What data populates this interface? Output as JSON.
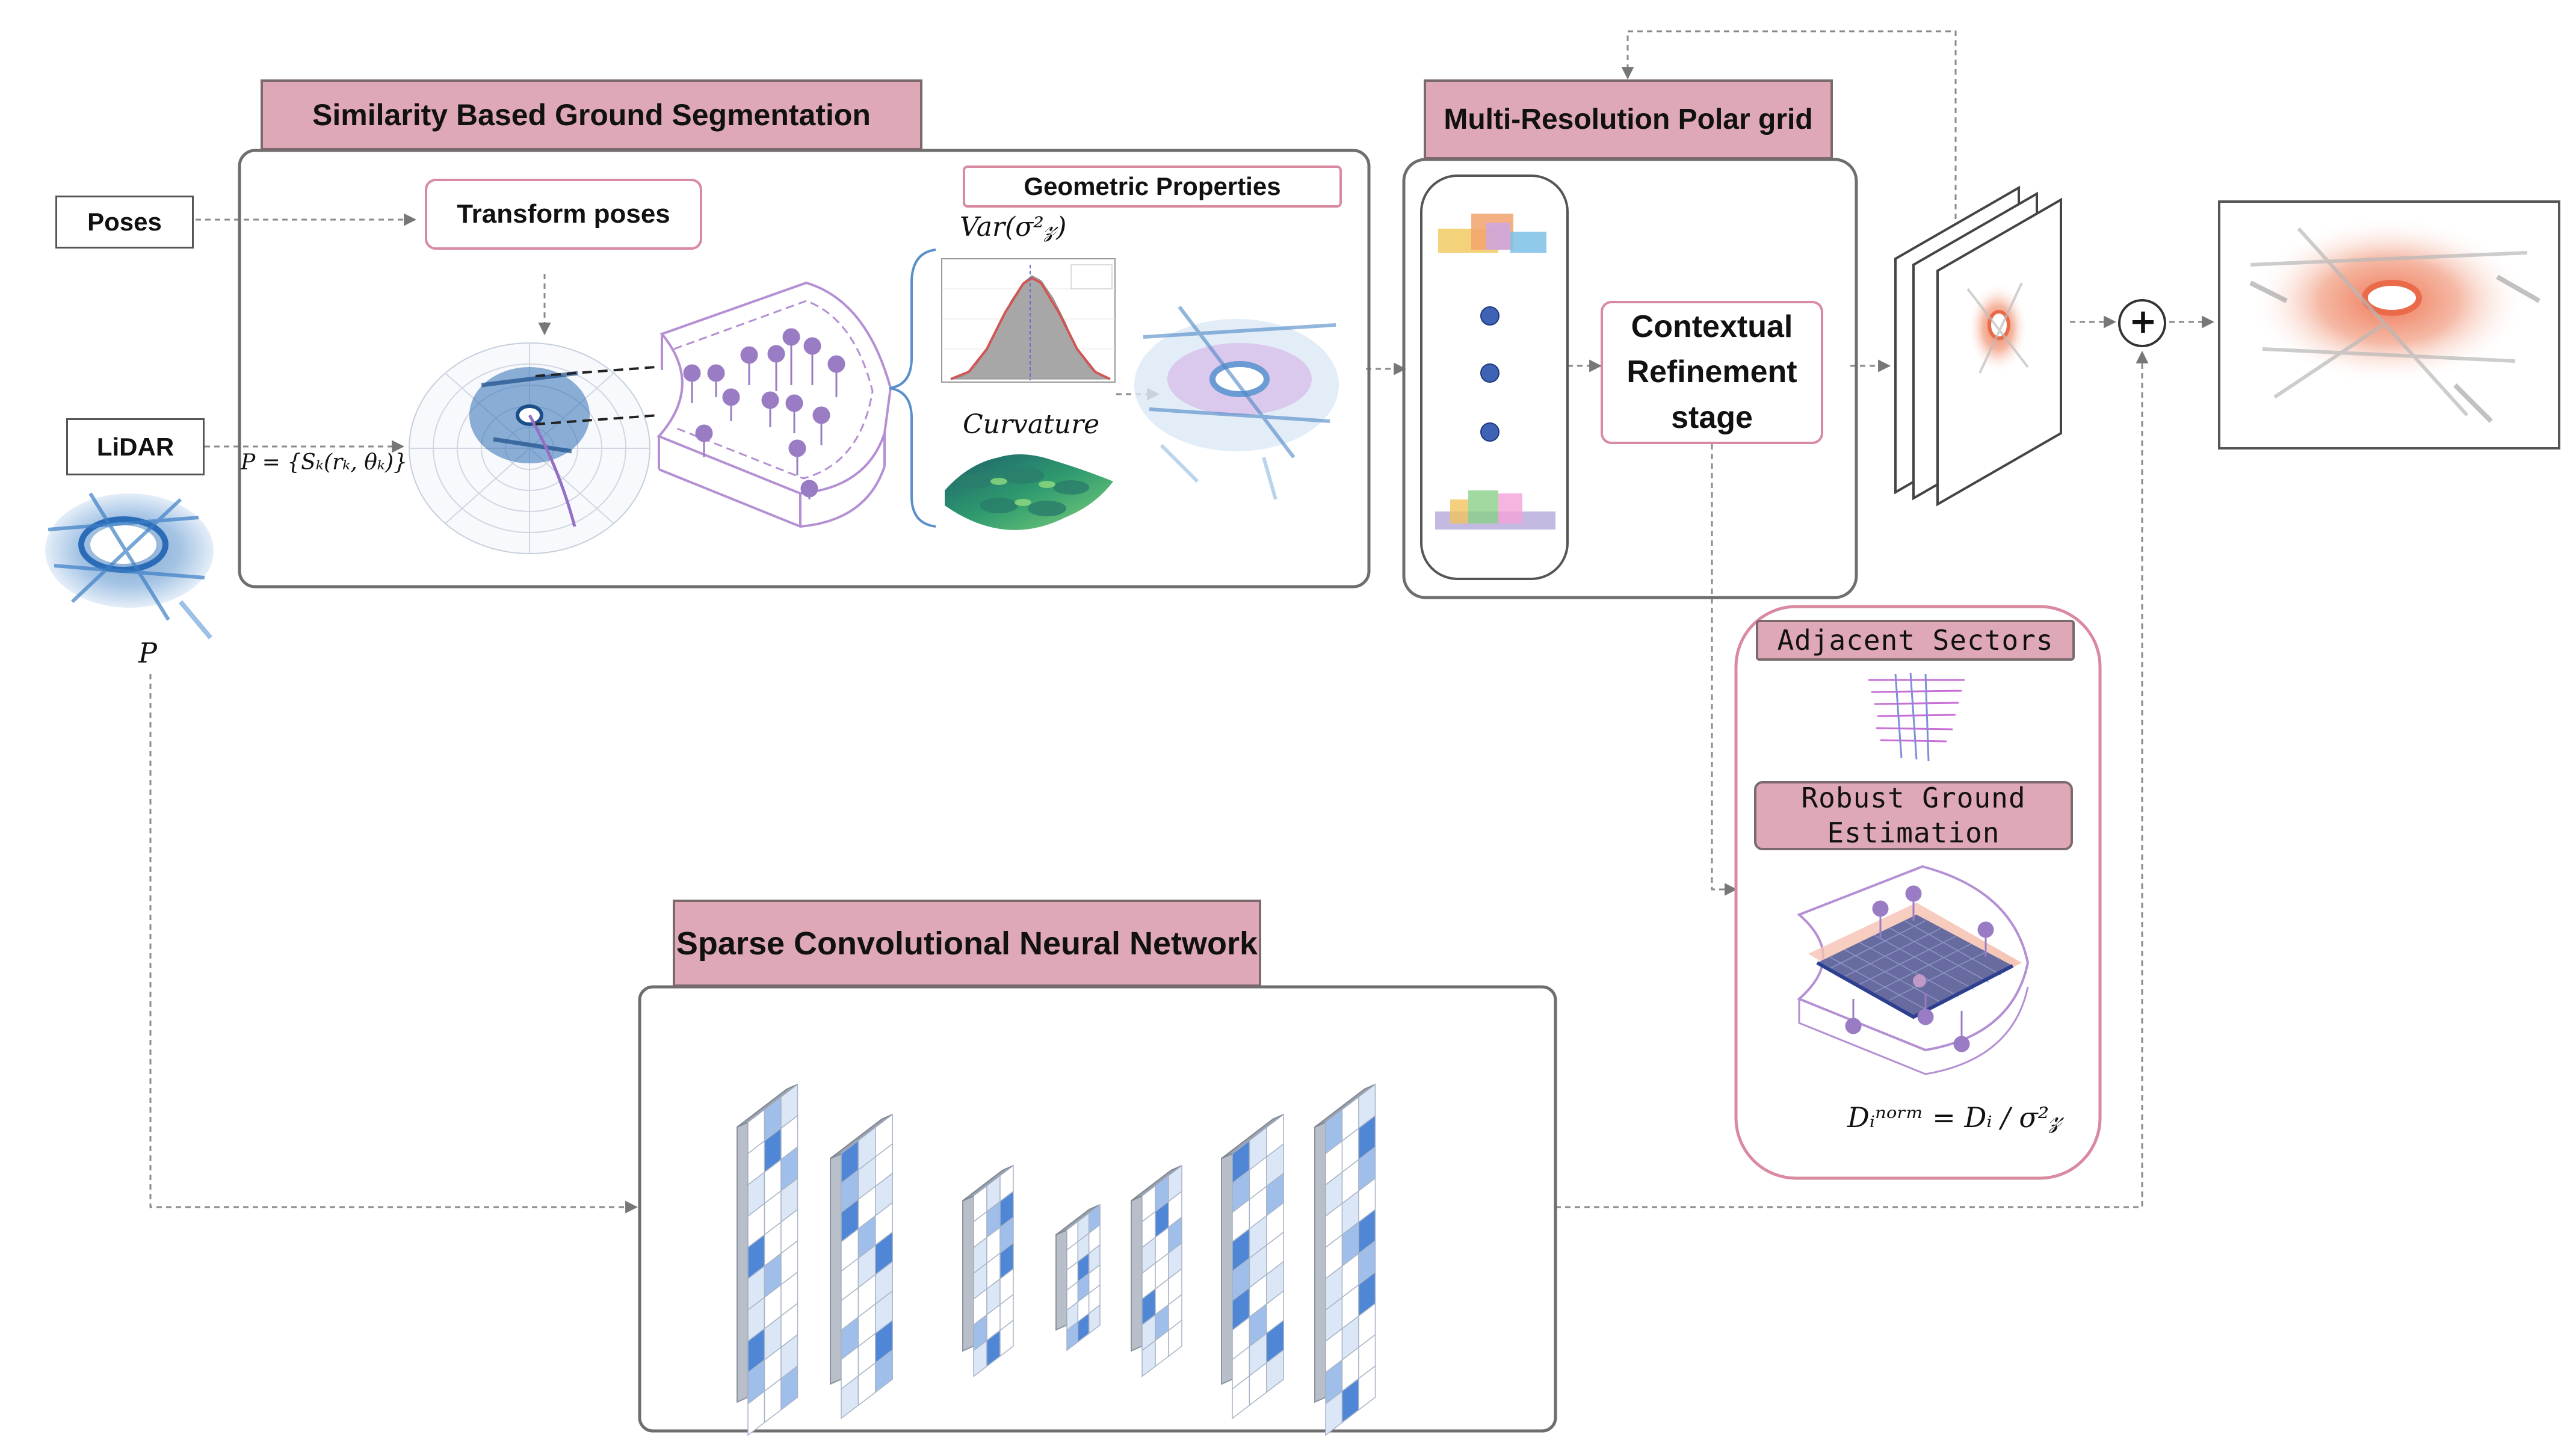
{
  "inputs": {
    "poses_label": "Poses",
    "lidar_label": "LiDAR",
    "point_cloud_label": "P",
    "scan_set_formula": "P = {Sₖ(rₖ, θₖ)}"
  },
  "segmentation": {
    "title": "Similarity Based Ground Segmentation",
    "transform_label": "Transform poses",
    "geometric_title": "Geometric Properties",
    "variance_label": "Var(σ²𝓏)",
    "curvature_label": "Curvature"
  },
  "polar_grid": {
    "title": "Multi-Resolution Polar grid",
    "refinement_label": "Contextual Refinement stage"
  },
  "refinement": {
    "adjacent_label": "Adjacent Sectors",
    "robust_label": "Robust Ground Estimation",
    "formula": "Dᵢⁿᵒʳᵐ = Dᵢ / σ²𝓏"
  },
  "network": {
    "title": "Sparse Convolutional Neural Network"
  },
  "fusion": {
    "sum_symbol": "+"
  },
  "colors": {
    "header_fill": "#dfa8b6",
    "accent_pink": "#d98aa0",
    "panel_border": "#6e6e6e",
    "purple": "#9b7fc4",
    "cnn_blue": "#4f86d6"
  }
}
